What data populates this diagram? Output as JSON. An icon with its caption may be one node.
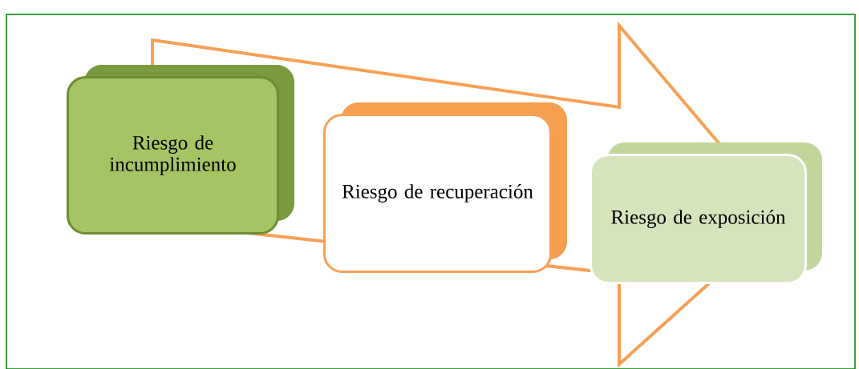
{
  "diagram": {
    "nodes": [
      {
        "text": [
          "Riesgo de incumplimiento"
        ]
      },
      {
        "text": [
          "Riesgo de recuperación"
        ]
      },
      {
        "text": [
          "Riesgo de exposición"
        ]
      }
    ]
  }
}
